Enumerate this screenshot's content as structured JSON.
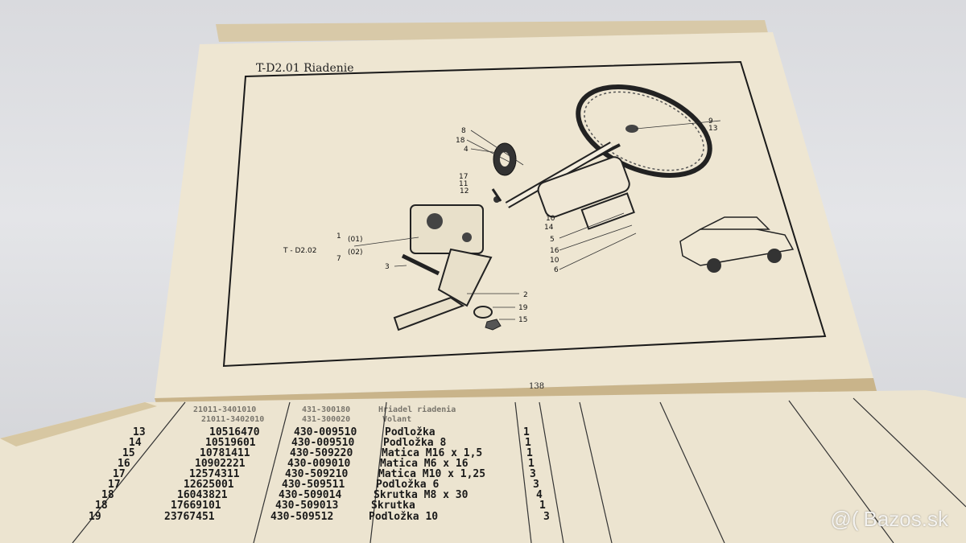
{
  "header": {
    "title": "T-D2.01  Riadenie"
  },
  "page_number": "138",
  "diagram": {
    "ref_label": "T - D2.02",
    "ref_sub": [
      "(01)",
      "(02)"
    ],
    "callouts": {
      "c8": "8",
      "c18a": "18",
      "c4": "4",
      "c17": "17",
      "c11": "11",
      "c12": "12",
      "c9": "9",
      "c13": "13",
      "c10a": "10",
      "c14": "14",
      "c5": "5",
      "c16": "16",
      "c10b": "10",
      "c6": "6",
      "c1": "1",
      "c7": "7",
      "c3": "3",
      "c2": "2",
      "c19": "19",
      "c15": "15"
    }
  },
  "parts_table": {
    "rows": [
      {
        "pos": "13",
        "code1": "10516470",
        "code2": "430-009510",
        "name": "Podložka",
        "qty": "1"
      },
      {
        "pos": "14",
        "code1": "10519601",
        "code2": "430-009510",
        "name": "Podložka 8",
        "qty": "1"
      },
      {
        "pos": "15",
        "code1": "10781411",
        "code2": "430-509220",
        "name": "Matica M16 x 1,5",
        "qty": "1"
      },
      {
        "pos": "16",
        "code1": "10902221",
        "code2": "430-009010",
        "name": "Matica M6 x 16",
        "qty": "1"
      },
      {
        "pos": "17",
        "code1": "12574311",
        "code2": "430-509210",
        "name": "Matica M10 x 1,25",
        "qty": "3"
      },
      {
        "pos": "17",
        "code1": "12625001",
        "code2": "430-509511",
        "name": "Podložka 6",
        "qty": "3"
      },
      {
        "pos": "18",
        "code1": "16043821",
        "code2": "430-509014",
        "name": "Skrutka M8 x 30",
        "qty": "4"
      },
      {
        "pos": "18",
        "code1": "17669101",
        "code2": "430-509013",
        "name": "Skrutka",
        "qty": "1"
      },
      {
        "pos": "19",
        "code1": "23767451",
        "code2": "430-509512",
        "name": "Podložka 10",
        "qty": "3"
      }
    ]
  },
  "watermark": {
    "text": "Bazos.sk"
  }
}
